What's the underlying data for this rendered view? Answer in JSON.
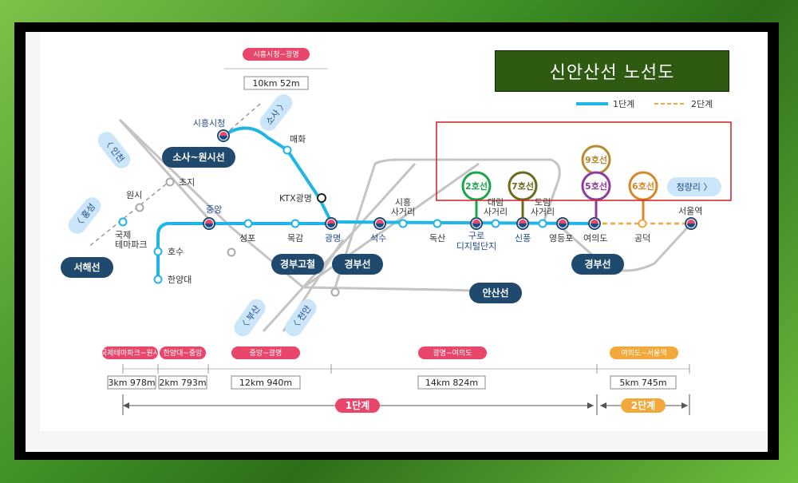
{
  "title": "신안산선 노선도",
  "legend": {
    "phase1": "1단계",
    "phase2": "2단계"
  },
  "colors": {
    "line1": "#1fb5e6",
    "line2": "#f0a93a",
    "branch": "#c4c4c4",
    "navy": "#1f4a6e",
    "pink": "#e8466a",
    "highlight": "#d21f26"
  },
  "top_segment": {
    "label": "시흥시청~광명",
    "distance": "10km 52m"
  },
  "stations": {
    "siheung_cityhall": "시흥시청",
    "maehwa": "매화",
    "ktx_gwangmyeong": "KTX광명",
    "choji": "초지",
    "wonsi": "원시",
    "gukje": "국제\n테마파크",
    "jungang": "중앙",
    "seongpo": "성포",
    "mokgam": "목감",
    "gwangmyeong": "광명",
    "seoksu": "석수",
    "siheung_sageori": "시흥\n사거리",
    "doksan": "독산",
    "guro": "구로\n디지털단지",
    "daerim": "대림\n사거리",
    "sinpung": "신풍",
    "dorim": "도림\n사거리",
    "yeongdeungpo": "영등포",
    "yeouido": "여의도",
    "gongdeok": "공덕",
    "seoul": "서울역",
    "hoso": "호수",
    "hanyangdae": "한양대"
  },
  "line_pills": {
    "sosa_wonsi": "소사~원시선",
    "seohae": "서해선",
    "gyeongbu_express": "경부고철",
    "gyeongbu1": "경부선",
    "gyeongbu2": "경부선",
    "ansan": "안산선"
  },
  "transfer_lines": {
    "l2": "2호선",
    "l7": "7호선",
    "l9": "9호선",
    "l5": "5호선",
    "l6": "6호선",
    "cheongnyangni": "청량리 〉"
  },
  "directions": {
    "sosa": "소사 〉",
    "incheon1": "〈 인천",
    "hongseong": "〈 홍성",
    "busan": "〈 부산",
    "incheon2": "〈 천안"
  },
  "segments": [
    {
      "label": "국제테마파크~원시",
      "distance": "3km 978m"
    },
    {
      "label": "한양대~중앙",
      "distance": "2km 793m"
    },
    {
      "label": "중앙~광명",
      "distance": "12km 940m"
    },
    {
      "label": "광명~여의도",
      "distance": "14km 824m"
    },
    {
      "label": "여의도~서울역",
      "distance": "5km 745m"
    }
  ],
  "phase_labels": {
    "p1": "1단계",
    "p2": "2단계"
  }
}
